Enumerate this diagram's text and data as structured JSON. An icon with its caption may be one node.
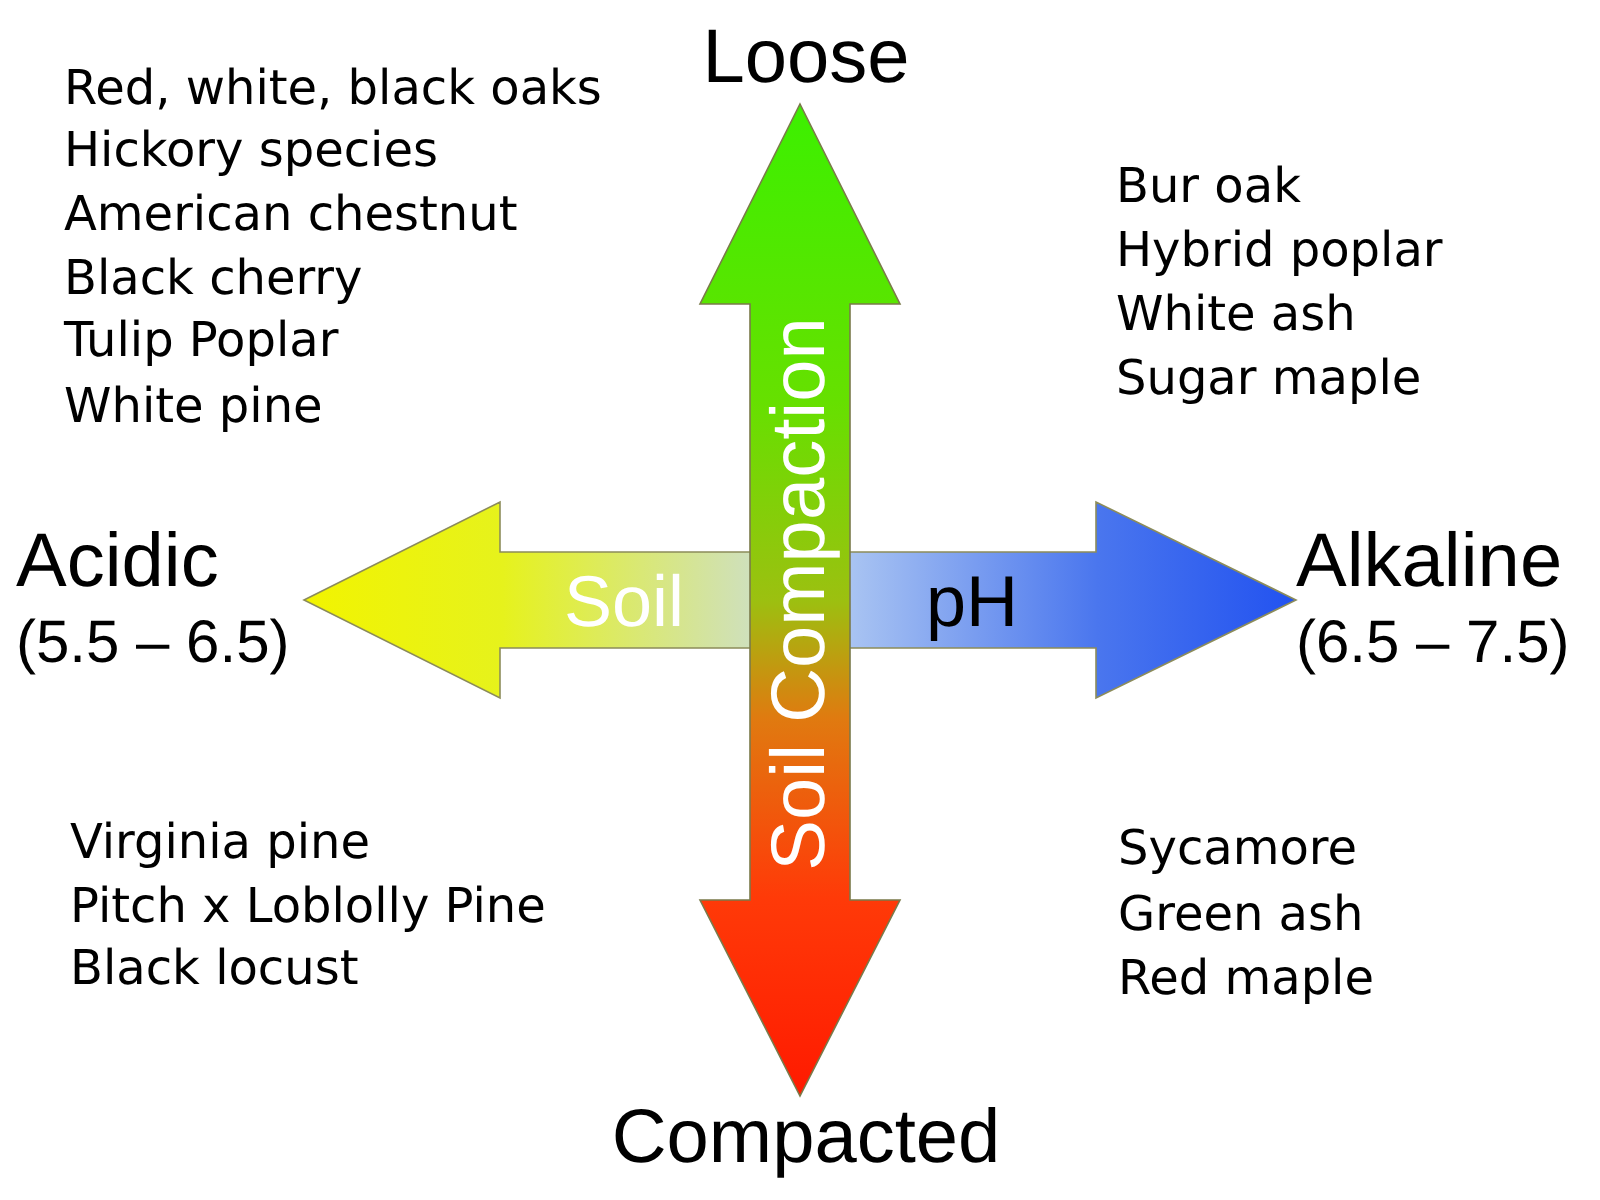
{
  "diagram": {
    "labels": [
      "Loose",
      "Red, white, black oaks",
      "Hickory species",
      "American chestnut",
      "Black cherry",
      "Tulip Poplar",
      "White pine",
      "Bur oak",
      "Hybrid poplar",
      "White ash",
      "Sugar maple",
      "Acidic",
      "(5.5 – 6.5)",
      "Soil",
      "Soil Compaction",
      "pH",
      "Alkaline",
      "(6.5 – 7.5)",
      "Virginia pine",
      "Pitch x Loblolly Pine",
      "Black locust",
      "Sycamore",
      "Green ash",
      "Red maple",
      "Compacted"
    ]
  }
}
